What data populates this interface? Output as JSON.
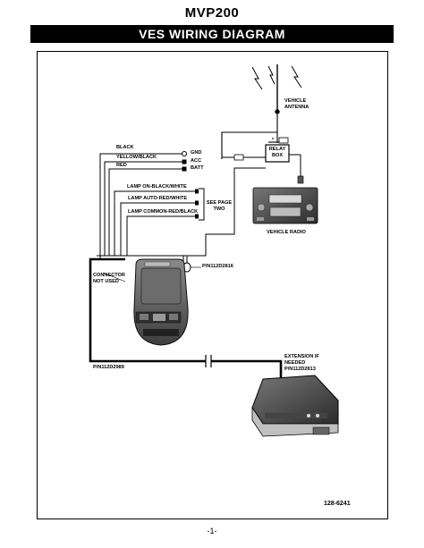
{
  "header": {
    "model": "MVP200",
    "title": "VES WIRING DIAGRAM"
  },
  "labels": {
    "vehicle_antenna": "VEHICLE\nANTENNA",
    "relay_box": "RELAY\nBOX",
    "vehicle_radio": "VEHICLE RADIO",
    "wire_black": "BLACK",
    "wire_yellow_black": "YELLOW/BLACK",
    "wire_red": "RED",
    "term_gnd": "GND",
    "term_acc": "ACC",
    "term_batt": "BATT",
    "lamp_on": "LAMP ON-BLACK/WHITE",
    "lamp_auto": "LAMP AUTO-RED/WHITE",
    "lamp_common": "LAMP COMMON-RED/BLACK",
    "see_page": "SEE PAGE\nTWO",
    "connector_not_used": "CONNECTOR\nNOT USED",
    "pn_2816": "P/N112D2816",
    "pn_2989": "P/N112D2989",
    "extension": "EXTENSION IF\nNEEDED\nP/N112D2813",
    "doc_number": "128-6241"
  },
  "footer": {
    "page": "-1-"
  }
}
